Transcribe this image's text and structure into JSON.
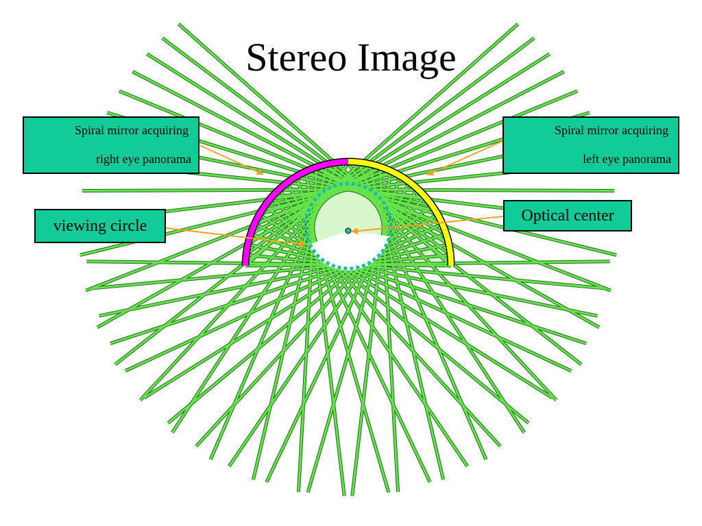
{
  "title": "Stereo Image",
  "labels": {
    "right_eye": {
      "line1": "Spiral mirror acquiring",
      "line2": "right eye panorama"
    },
    "left_eye": {
      "line1": "Spiral mirror acquiring",
      "line2": "left eye panorama"
    },
    "viewing_circle": "viewing circle",
    "optical_center": "Optical center"
  },
  "colors": {
    "label_fill": "#11cc99",
    "ray_green": "#66e24a",
    "ray_outline": "#1f6b1f",
    "right_mirror": "#ff00ff",
    "left_mirror": "#ffff00",
    "viewing_circle": "#1fbf9f",
    "callout_arrow": "#f5a020"
  }
}
